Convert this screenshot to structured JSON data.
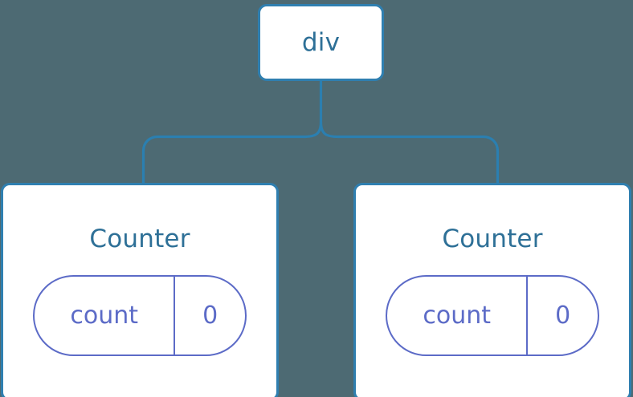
{
  "diagram": {
    "type": "component-tree",
    "background_color": "#4d6a73",
    "node_fill_color": "#ffffff",
    "node_border_color": "#2f7fb0",
    "node_text_color": "#2e7097",
    "state_accent_color": "#5c6bc7",
    "connector_color": "#2b7fb0",
    "root": {
      "label": "div"
    },
    "children": [
      {
        "label": "Counter",
        "state": {
          "key": "count",
          "value": "0"
        }
      },
      {
        "label": "Counter",
        "state": {
          "key": "count",
          "value": "0"
        }
      }
    ]
  }
}
